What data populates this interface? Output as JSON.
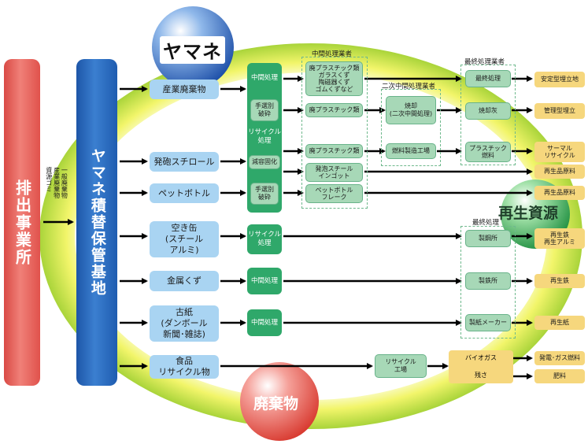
{
  "left_pillar": {
    "label": "排出事業所"
  },
  "mid_pillar": {
    "label": "ヤマネ積替保管基地"
  },
  "waste_types": [
    "一般廃棄物",
    "産業廃棄物",
    "資源ゴミ"
  ],
  "spheres": {
    "logo": "ヤマネ",
    "resource": "再生資源",
    "waste": "廃棄物"
  },
  "sources": {
    "industrial": "産業廃棄物",
    "styrofoam": "発砲スチロール",
    "pet": "ペットボトル",
    "cans": "空き缶\n(スチール\nアルミ)",
    "metal": "金属くず",
    "paper": "古紙\n(ダンボール\n新聞･雑誌)",
    "food": "食品\nリサイクル物"
  },
  "process": {
    "intermediate1": "中間処理",
    "manual1": "手選別\n破砕",
    "recycle": "リサイクル\n処理",
    "volume": "減容固化",
    "manual2": "手選別\n破砕",
    "cans_recycle": "リサイクル\n処理",
    "metal_mid": "中間処理",
    "paper_mid": "中間処理",
    "food_recycle": "リサイクル\n工場"
  },
  "headers": {
    "intermediate": "中間処理業者",
    "secondary": "二次中間処理業者",
    "final1": "最終処理業者",
    "final2": "最終処理"
  },
  "intermediate_items": {
    "mixed": "廃プラスチック類\nガラスくず\n陶磁器くず\nゴムくずなど",
    "plastic1": "廃プラスチック類",
    "plastic2": "廃プラスチック類",
    "ingot": "発泡スチール\nインゴット",
    "flake": "ペットボトル\nフレーク"
  },
  "secondary_items": {
    "incinerate": "焼却\n(二次中間処理)",
    "fuel": "燃料製造工場"
  },
  "final_items": {
    "final": "最終処理",
    "ash": "焼却灰",
    "plastic_fuel": "プラスチック\n燃料",
    "steel_mill": "製鋼所",
    "iron_works": "製鉄所",
    "paper_maker": "製紙メーカー",
    "biogas": "バイオガス",
    "residue": "残さ"
  },
  "outputs": {
    "stable": "安定型埋立地",
    "managed": "管理型埋立",
    "thermal": "サーマル\nリサイクル",
    "raw1": "再生品原料",
    "raw2": "再生品原料",
    "steel_al": "再生鉄\n再生アルミ",
    "iron": "再生鉄",
    "paper": "再生紙",
    "power": "発電･ガス燃料",
    "fertilizer": "肥料"
  },
  "colors": {
    "blue_box": "#a9d4f2",
    "green_box": "#2fa86a",
    "yellow_box": "#f6d77d",
    "red": "#e0524c",
    "navy": "#1f5cb0"
  }
}
